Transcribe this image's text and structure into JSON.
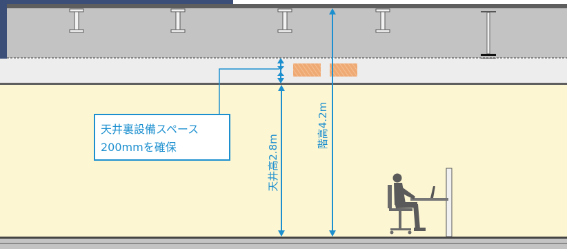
{
  "callout": {
    "line1": "天井裏設備スペース",
    "line2": "200mmを確保"
  },
  "dimensions": {
    "ceiling_height": "天井高2.8m",
    "floor_height": "階高4.2m"
  },
  "colors": {
    "accent": "#1c8fcf",
    "room": "#fdf6d3",
    "slab": "#c3c3c3",
    "plenum": "#ededed",
    "duct": "#efaa74",
    "dark_panel": "#3a4e78"
  },
  "icons": [
    "i-beam-icon",
    "duct-icon",
    "office-worker-icon"
  ]
}
